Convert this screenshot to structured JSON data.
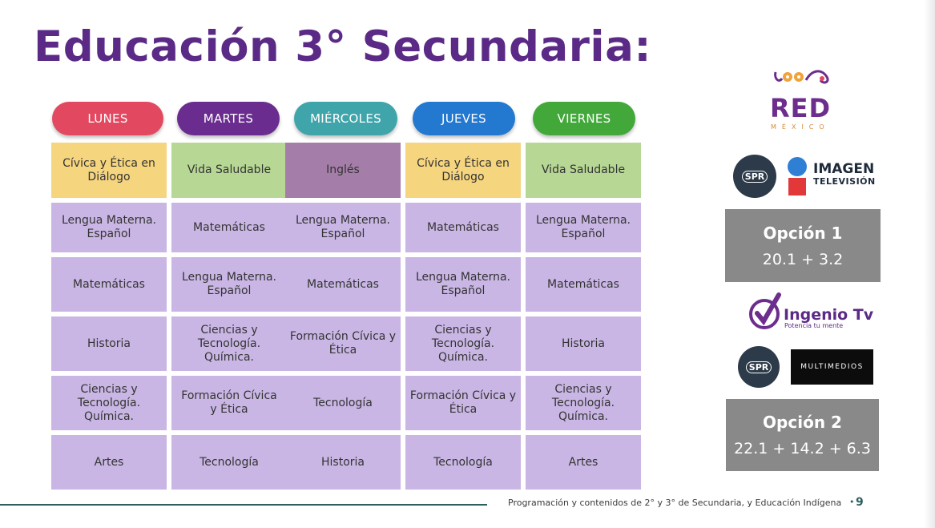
{
  "title": "Educación 3° Secundaria:",
  "days": [
    {
      "label": "LUNES",
      "color": "#e24960"
    },
    {
      "label": "MARTES",
      "color": "#6a2d8f"
    },
    {
      "label": "MIÉRCOLES",
      "color": "#3fa5ab"
    },
    {
      "label": "JUEVES",
      "color": "#2378cf"
    },
    {
      "label": "VIERNES",
      "color": "#43a83a"
    }
  ],
  "schedule": [
    [
      {
        "text": [
          "Cívica y Ética en",
          "Diálogo"
        ],
        "color": "#f6d57f"
      },
      {
        "text": [
          "Vida Saludable"
        ],
        "color": "#b7d795"
      },
      {
        "text": [
          "Inglés"
        ],
        "color": "#a47ea9"
      },
      {
        "text": [
          "Cívica y Ética en",
          "Diálogo"
        ],
        "color": "#f6d57f"
      },
      {
        "text": [
          "Vida Saludable"
        ],
        "color": "#b7d795"
      }
    ],
    [
      {
        "text": [
          "Lengua Materna.",
          "Español"
        ],
        "color": "#c9b6e4"
      },
      {
        "text": [
          "Matemáticas"
        ],
        "color": "#c9b6e4"
      },
      {
        "text": [
          "Lengua Materna.",
          "Español"
        ],
        "color": "#c9b6e4"
      },
      {
        "text": [
          "Matemáticas"
        ],
        "color": "#c9b6e4"
      },
      {
        "text": [
          "Lengua Materna.",
          "Español"
        ],
        "color": "#c9b6e4"
      }
    ],
    [
      {
        "text": [
          "Matemáticas"
        ],
        "color": "#c9b6e4"
      },
      {
        "text": [
          "Lengua Materna.",
          "Español"
        ],
        "color": "#c9b6e4"
      },
      {
        "text": [
          "Matemáticas"
        ],
        "color": "#c9b6e4"
      },
      {
        "text": [
          "Lengua Materna.",
          "Español"
        ],
        "color": "#c9b6e4"
      },
      {
        "text": [
          "Matemáticas"
        ],
        "color": "#c9b6e4"
      }
    ],
    [
      {
        "text": [
          "Historia"
        ],
        "color": "#c9b6e4"
      },
      {
        "text": [
          "Ciencias y",
          "Tecnología.",
          "Química."
        ],
        "color": "#c9b6e4"
      },
      {
        "text": [
          "Formación Cívica y",
          "Ética"
        ],
        "color": "#c9b6e4"
      },
      {
        "text": [
          "Ciencias y",
          "Tecnología.",
          "Química."
        ],
        "color": "#c9b6e4"
      },
      {
        "text": [
          "Historia"
        ],
        "color": "#c9b6e4"
      }
    ],
    [
      {
        "text": [
          "Ciencias y",
          "Tecnología.",
          "Química."
        ],
        "color": "#c9b6e4"
      },
      {
        "text": [
          "Formación Cívica",
          "y Ética"
        ],
        "color": "#c9b6e4"
      },
      {
        "text": [
          "Tecnología"
        ],
        "color": "#c9b6e4"
      },
      {
        "text": [
          "Formación Cívica y",
          "Ética"
        ],
        "color": "#c9b6e4"
      },
      {
        "text": [
          "Ciencias y",
          "Tecnología.",
          "Química."
        ],
        "color": "#c9b6e4"
      }
    ],
    [
      {
        "text": [
          "Artes"
        ],
        "color": "#c9b6e4"
      },
      {
        "text": [
          "Tecnología"
        ],
        "color": "#c9b6e4"
      },
      {
        "text": [
          "Historia"
        ],
        "color": "#c9b6e4"
      },
      {
        "text": [
          "Tecnología"
        ],
        "color": "#c9b6e4"
      },
      {
        "text": [
          "Artes"
        ],
        "color": "#c9b6e4"
      }
    ]
  ],
  "logos": {
    "red": {
      "name": "RED",
      "sub": "MÉXICO"
    },
    "spr": "SPR",
    "imagen": {
      "name": "IMAGEN",
      "sub": "TELEVISIÓN"
    },
    "ingenio": {
      "name": "Ingenio Tv",
      "sub": "Potencia tu mente"
    },
    "multimedios": "MULTIMEDIOS"
  },
  "options": [
    {
      "title": "Opción 1",
      "channels": "20.1  +  3.2"
    },
    {
      "title": "Opción 2",
      "channels": "22.1 + 14.2  + 6.3"
    }
  ],
  "footer": {
    "text": "Programación y contenidos de  2° y 3° de Secundaria, y Educación Indígena",
    "page": "9"
  }
}
